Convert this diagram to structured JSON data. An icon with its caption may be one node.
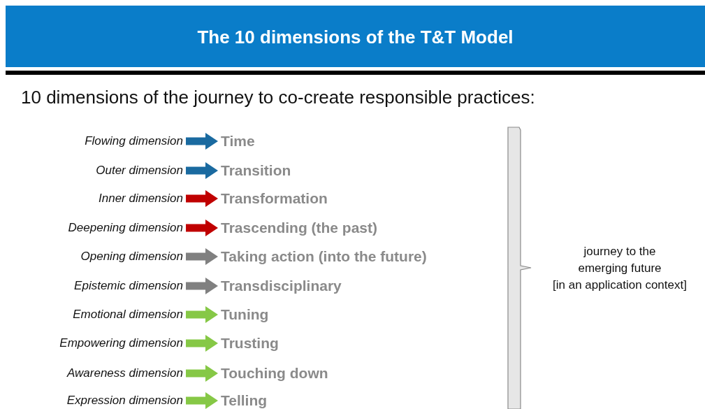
{
  "diagram": {
    "title": "The 10 dimensions of the T&T Model",
    "nodes": [
      {
        "text": [
          "Flowing dimension"
        ]
      },
      {
        "text": [
          "Time"
        ]
      },
      {
        "text": [
          "Outer dimension"
        ]
      },
      {
        "text": [
          "Transition"
        ]
      },
      {
        "text": [
          "Inner dimension"
        ]
      },
      {
        "text": [
          "Transformation"
        ]
      },
      {
        "text": [
          "Deepening dimension"
        ]
      },
      {
        "text": [
          "Trascending (the past)"
        ]
      },
      {
        "text": [
          "Opening dimension"
        ]
      },
      {
        "text": [
          "Taking action (into the future)"
        ]
      },
      {
        "text": [
          "Epistemic dimension"
        ]
      },
      {
        "text": [
          "Transdisciplinary"
        ]
      },
      {
        "text": [
          "Emotional dimension"
        ]
      },
      {
        "text": [
          "Tuning"
        ]
      },
      {
        "text": [
          "Empowering dimension"
        ]
      },
      {
        "text": [
          "Trusting"
        ]
      },
      {
        "text": [
          "Awareness dimension"
        ]
      },
      {
        "text": [
          "Touching down"
        ]
      },
      {
        "text": [
          "Expression dimension"
        ]
      },
      {
        "text": [
          "Telling"
        ]
      }
    ],
    "edges": [
      {
        "from": 0,
        "to": 1,
        "arrow": "to",
        "color": "#1a6aa0"
      },
      {
        "from": 2,
        "to": 3,
        "arrow": "to",
        "color": "#1a6aa0"
      },
      {
        "from": 4,
        "to": 5,
        "arrow": "to",
        "color": "#c00000"
      },
      {
        "from": 6,
        "to": 7,
        "arrow": "to",
        "color": "#c00000"
      },
      {
        "from": 8,
        "to": 9,
        "arrow": "to",
        "color": "#808080"
      },
      {
        "from": 10,
        "to": 11,
        "arrow": "to",
        "color": "#808080"
      },
      {
        "from": 12,
        "to": 13,
        "arrow": "to",
        "color": "#86c846"
      },
      {
        "from": 14,
        "to": 15,
        "arrow": "to",
        "color": "#86c846"
      },
      {
        "from": 16,
        "to": 17,
        "arrow": "to",
        "color": "#86c846"
      },
      {
        "from": 18,
        "to": 19,
        "arrow": "to",
        "color": "#86c846"
      }
    ],
    "labels": [
      "10 dimensions of the journey to co-create responsible practices:",
      "journey to the emerging future",
      "[in an application context]"
    ]
  }
}
